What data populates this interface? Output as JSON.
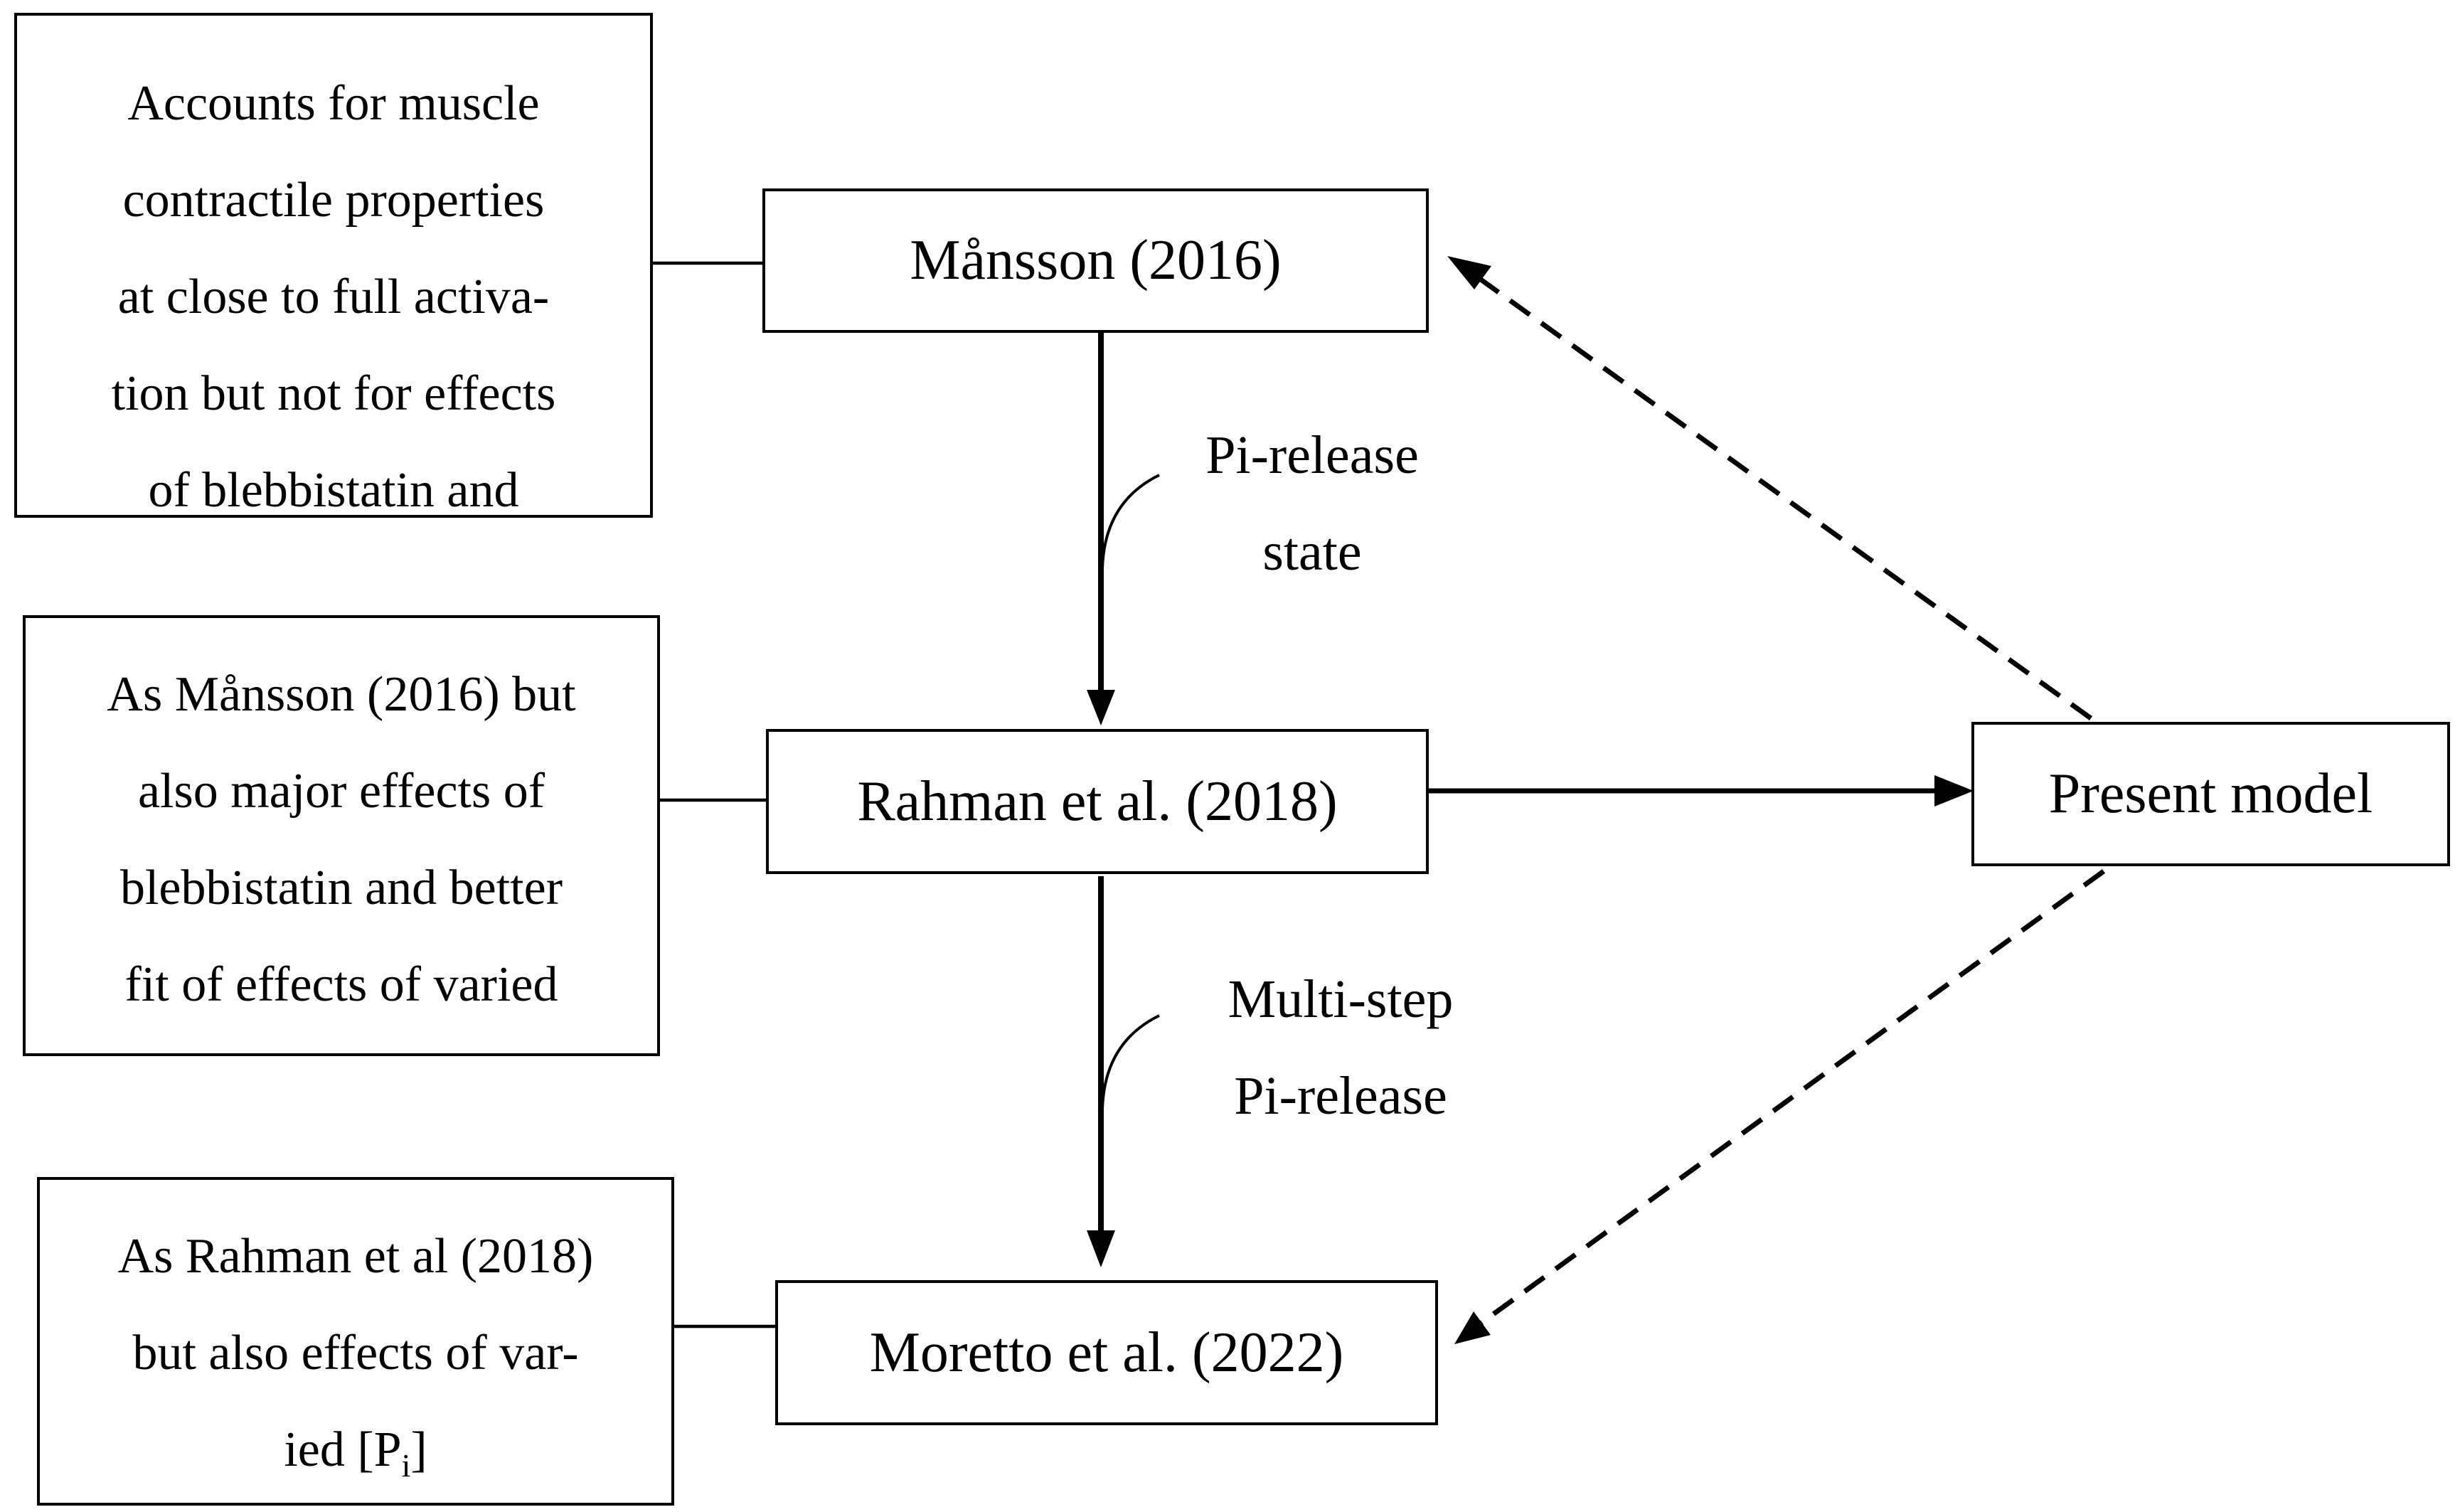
{
  "models": {
    "mansson": "Månsson (2016)",
    "rahman": "Rahman et al. (2018)",
    "moretto": "Moretto et al. (2022)",
    "present": "Present model"
  },
  "notes": {
    "mansson": [
      "Accounts for muscle",
      "contractile properties",
      "at close to full activa-",
      "tion but not for effects",
      "of blebbistatin and"
    ],
    "rahman": [
      "As Månsson (2016) but",
      "also major effects of",
      "blebbistatin and better",
      "fit of effects of varied"
    ],
    "moretto": [
      "As Rahman et al (2018)",
      "but also effects of var-",
      "ied [P",
      "i",
      "]"
    ]
  },
  "edge_labels": {
    "pi_release_state": [
      "Pi-release",
      "state"
    ],
    "multi_step": [
      "Multi-step",
      "Pi-release"
    ]
  }
}
